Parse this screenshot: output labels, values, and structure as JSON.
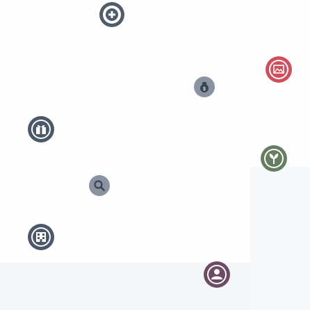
{
  "map": {
    "colors": {
      "background": "#fefefe",
      "region_light": "#f5f6f8",
      "hint_text": "#f2f3f5"
    },
    "markers": [
      {
        "id": "first-aid",
        "icon": "first-aid-icon",
        "color": "#4f5d6b",
        "style": "ring"
      },
      {
        "id": "image",
        "icon": "image-icon",
        "color": "#cf4f5e",
        "style": "ring"
      },
      {
        "id": "money-bag",
        "icon": "money-bag-icon",
        "color": "#8a93a2",
        "style": "solid-light"
      },
      {
        "id": "gift",
        "icon": "gift-icon",
        "color": "#4a5868",
        "style": "ring"
      },
      {
        "id": "plant",
        "icon": "plant-icon",
        "color": "#667d5f",
        "style": "ring"
      },
      {
        "id": "search",
        "icon": "search-icon",
        "color": "#8a93a2",
        "style": "solid-light"
      },
      {
        "id": "building",
        "icon": "building-icon",
        "color": "#4a5868",
        "style": "ring"
      },
      {
        "id": "users",
        "icon": "users-icon",
        "color": "#6b4c63",
        "style": "ring"
      }
    ]
  }
}
